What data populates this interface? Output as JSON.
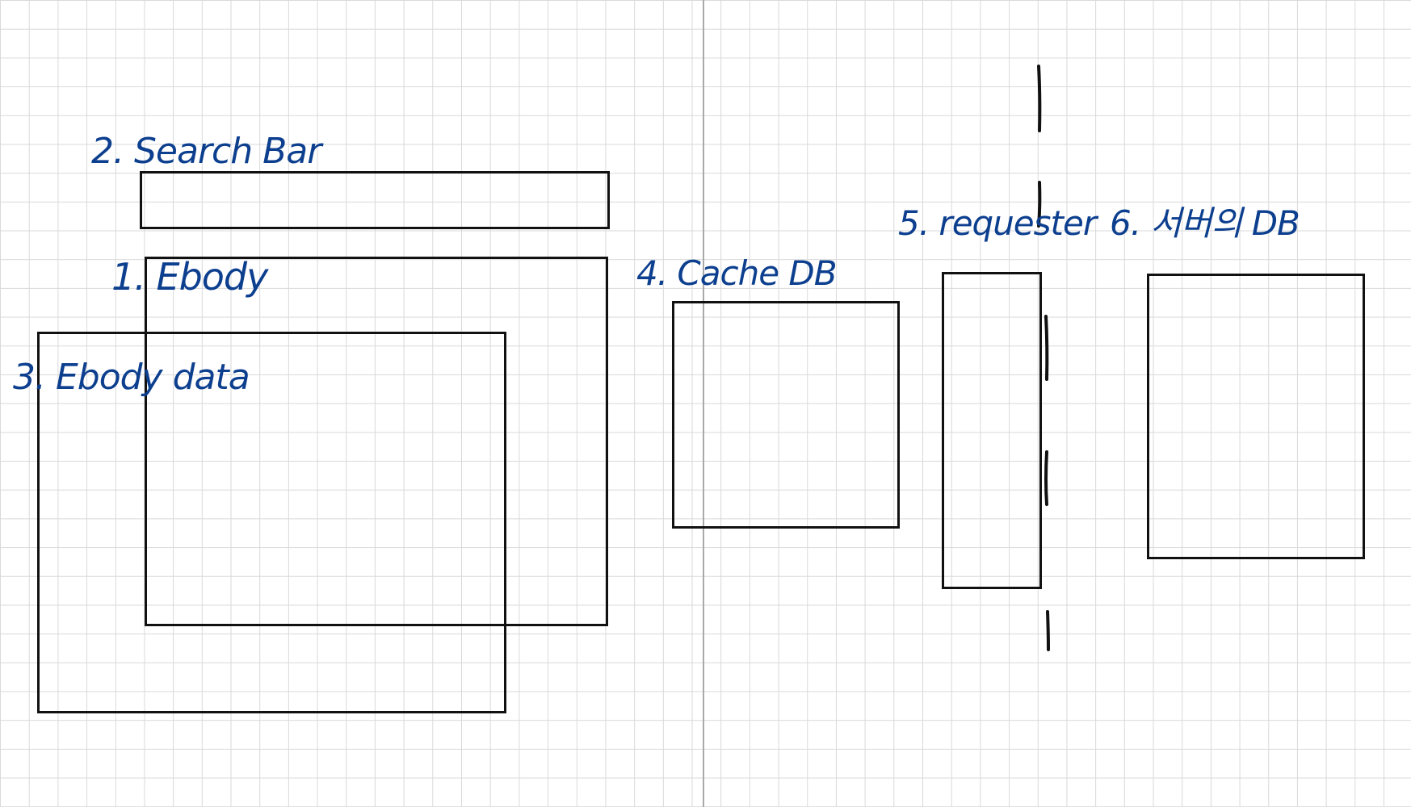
{
  "colors": {
    "ink": "#0d3f8f",
    "box_stroke": "#111111",
    "grid": "#d9d9d9",
    "center_line": "#a9a9a9",
    "background": "#ffffff"
  },
  "labels": {
    "search_bar": "2. Search Bar",
    "ebody": "1. Ebody",
    "ebody_data": "3. Ebody data",
    "cache_db": "4. Cache DB",
    "requester": "5. requester",
    "server_db": "6. 서버의 DB"
  }
}
